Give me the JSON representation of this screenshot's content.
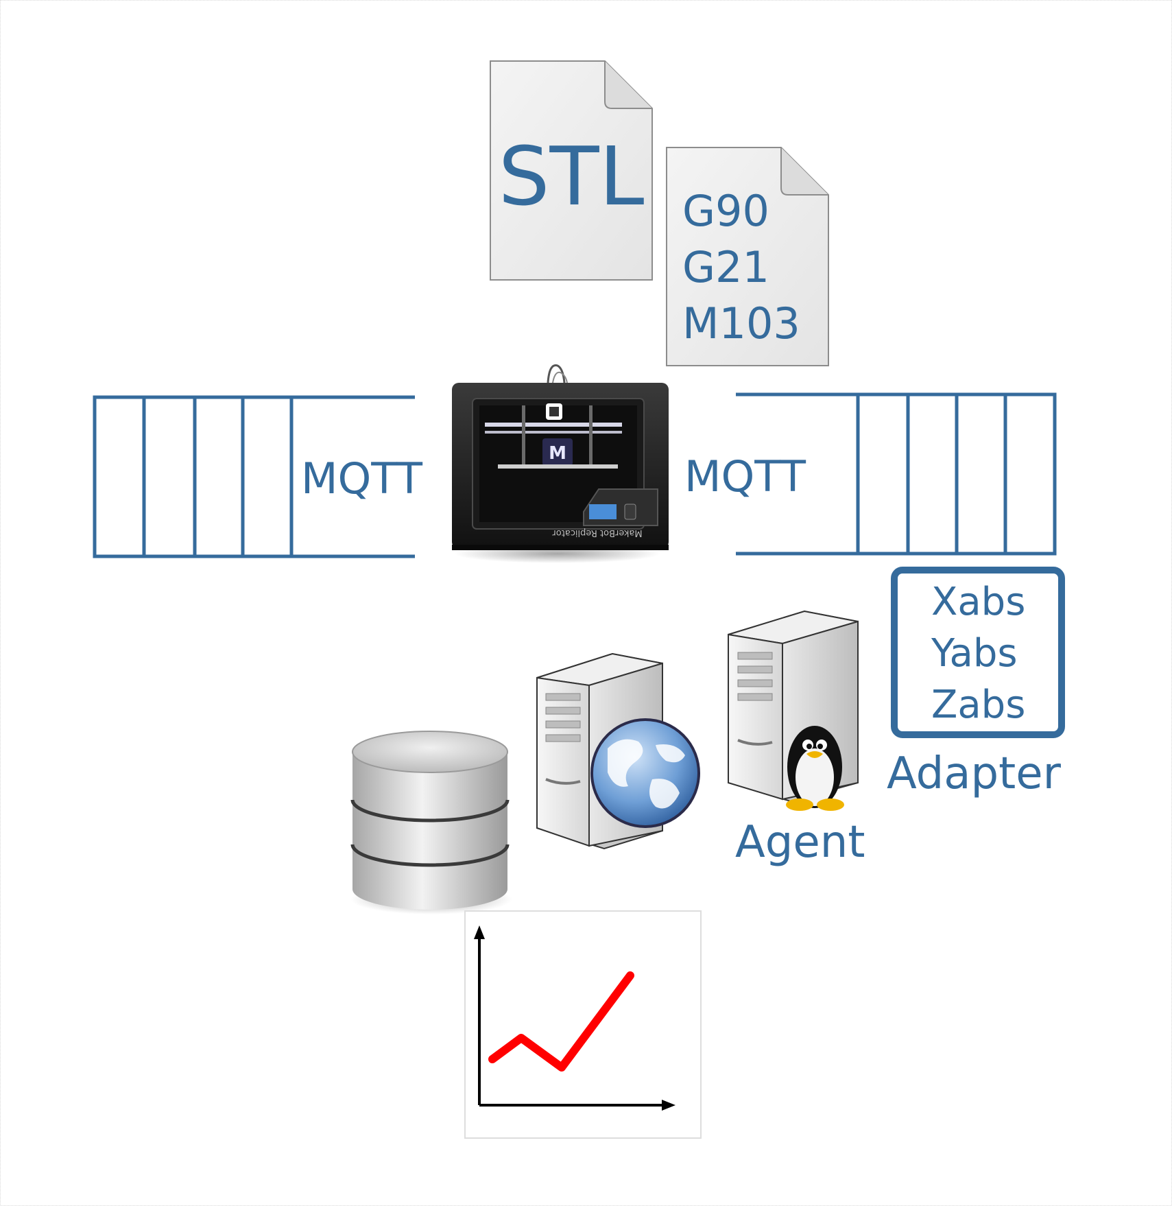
{
  "colors": {
    "accent": "#356b9c",
    "doc_fill": "#efefef",
    "doc_stroke": "#8c8c8c",
    "trend_line": "#ff0000"
  },
  "documents": {
    "stl": {
      "text": "STL",
      "icon": "file-icon"
    },
    "gcode": {
      "lines": [
        "G90",
        "G21",
        "M103"
      ],
      "icon": "file-icon"
    }
  },
  "printer": {
    "brand_text": "MakerBot Replicator",
    "icon": "3d-printer-icon"
  },
  "queues": {
    "left": {
      "label": "MQTT"
    },
    "right": {
      "label": "MQTT"
    }
  },
  "adapter": {
    "items": [
      "Xabs",
      "Yabs",
      "Zabs"
    ],
    "label": "Adapter"
  },
  "agent": {
    "label": "Agent",
    "icon": "linux-server-icon"
  },
  "web_server": {
    "icon": "web-server-icon"
  },
  "database": {
    "icon": "database-icon"
  },
  "chart": {
    "icon": "line-chart-icon"
  }
}
